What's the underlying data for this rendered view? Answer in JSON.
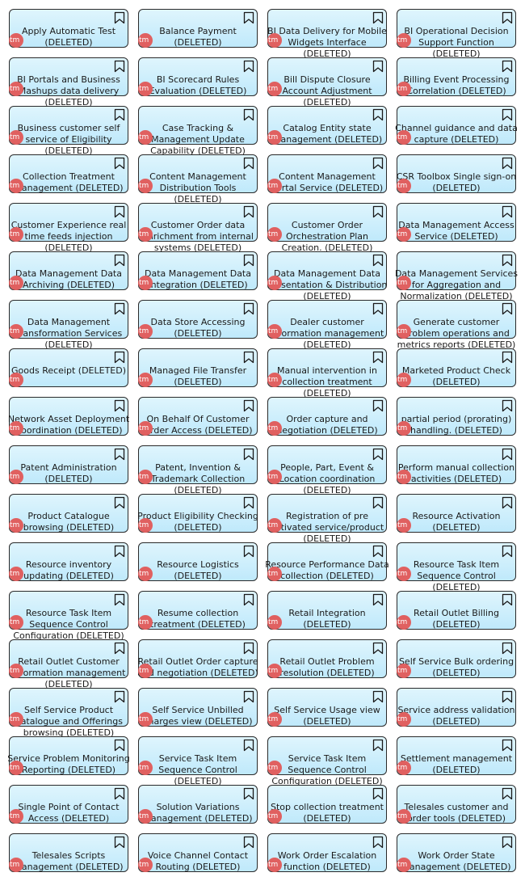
{
  "badge_text": "tm",
  "colors": {
    "box_fill_top": "#dff5fd",
    "box_fill_bottom": "#bfe9fb",
    "badge": "#e06060",
    "border": "#2a2a2a"
  },
  "icons": {
    "corner": "bookmark-icon",
    "badge": "tm-badge"
  },
  "items": [
    "Apply Automatic Test (DELETED)",
    "Balance Payment (DELETED)",
    "BI Data Delivery for Mobile Widgets Interface (DELETED)",
    "BI Operational Decision Support Function (DELETED)",
    "BI Portals and Business Mashups data delivery (DELETED)",
    "BI Scorecard Rules Evaluation (DELETED)",
    "Bill Dispute Closure Account Adjustment (DELETED)",
    "Billing Event Processing Correlation (DELETED)",
    "Business customer self service of Eligibility (DELETED)",
    "Case Tracking & Management Update Capability (DELETED)",
    "Catalog Entity state management (DELETED)",
    "Channel guidance and data capture (DELETED)",
    "Collection Treatment Management (DELETED)",
    "Content Management Distribution Tools (DELETED)",
    "Content Management Portal Service (DELETED)",
    "CSR Toolbox Single sign-on (DELETED)",
    "Customer Experience real time feeds injection (DELETED)",
    "Customer Order data enrichment from internal systems (DELETED)",
    "Customer Order Orchestration Plan Creation. (DELETED)",
    "Data Management Access Service (DELETED)",
    "Data Management Data Archiving (DELETED)",
    "Data Management Data Integration (DELETED)",
    "Data Management Data Presentation & Distribution (DELETED)",
    "Data Management Services for Aggregation and Normalization (DELETED)",
    "Data Management Transformation Services (DELETED)",
    "Data Store Accessing (DELETED)",
    "Dealer customer information management (DELETED)",
    "Generate customer problem operations and metrics reports (DELETED)",
    "Goods Receipt (DELETED)",
    "Managed File Transfer (DELETED)",
    "Manual intervention in collection treatment (DELETED)",
    "Marketed Product Check (DELETED)",
    "Network Asset Deployment Coordination (DELETED)",
    "On Behalf Of Customer Order Access (DELETED)",
    "Order capture and negotiation (DELETED)",
    "partial period (prorating) handling. (DELETED)",
    "Patent Administration (DELETED)",
    "Patent, Invention & Trademark Collection (DELETED)",
    "People, Part, Event & Location coordination (DELETED)",
    "Perform manual collection activities (DELETED)",
    "Product Catalogue browsing (DELETED)",
    "Product Eligibility Checking (DELETED)",
    "Registration of pre activated service/product (DELETED)",
    "Resource Activation (DELETED)",
    "Resource inventory updating (DELETED)",
    "Resource Logistics (DELETED)",
    "Resource Performance Data collection (DELETED)",
    "Resource Task Item Sequence Control (DELETED)",
    "Resource Task Item Sequence Control Configuration (DELETED)",
    "Resume collection treatment (DELETED)",
    "Retail Integration (DELETED)",
    "Retail Outlet Billing (DELETED)",
    "Retail Outlet Customer Information management (DELETED)",
    "Retail Outlet Order capture and negotiation (DELETED)",
    "Retail Outlet Problem resolution (DELETED)",
    "Self Service Bulk ordering (DELETED)",
    "Self Service Product Catalogue and Offerings browsing (DELETED)",
    "Self Service Unbilled charges view (DELETED)",
    "Self Service Usage view (DELETED)",
    "Service address validation (DELETED)",
    "Service Problem Monitoring Reporting (DELETED)",
    "Service Task Item Sequence Control (DELETED)",
    "Service Task Item Sequence Control Configuration (DELETED)",
    "Settlement management (DELETED)",
    "Single Point of Contact Access (DELETED)",
    "Solution Variations Management (DELETED)",
    "Stop collection treatment (DELETED)",
    "Telesales customer and order tools (DELETED)",
    "Telesales Scripts Management (DELETED)",
    "Voice Channel Contact Routing (DELETED)",
    "Work Order Escalation function (DELETED)",
    "Work Order State Management (DELETED)"
  ]
}
